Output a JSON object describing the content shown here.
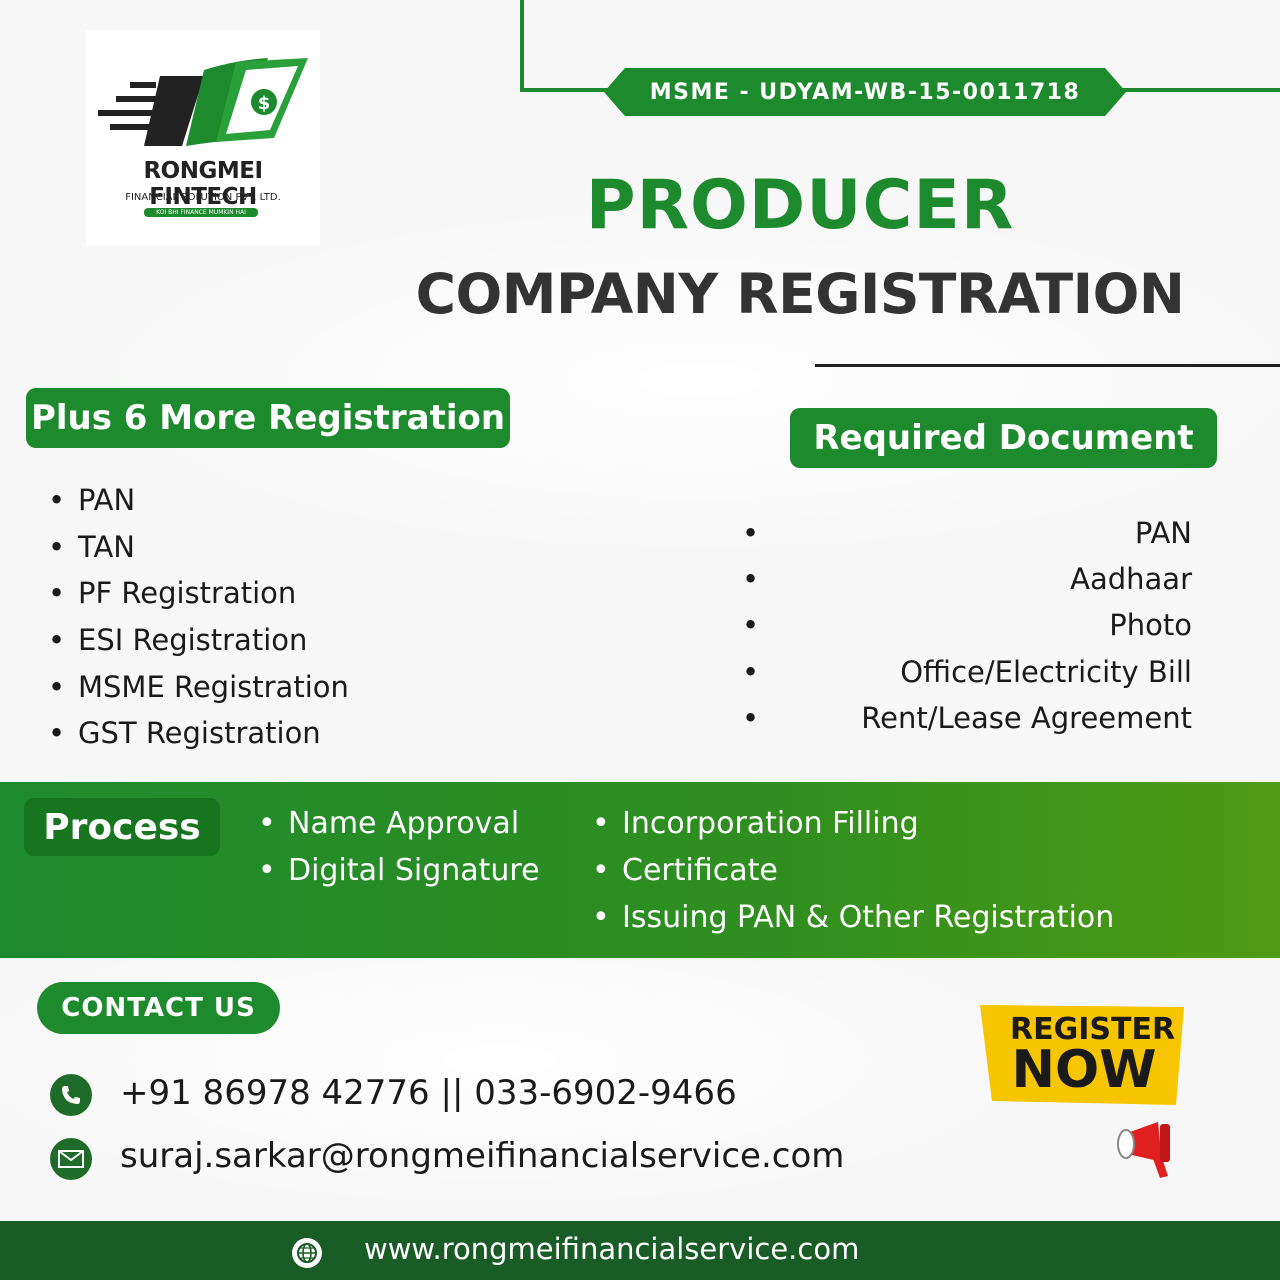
{
  "brand": {
    "name": "RONGMEI FINTECH",
    "subtitle": "FINANCIAL SOLUTION PVT. LTD.",
    "tagline": "KOI BHI FINANCE MUMKIN HAI"
  },
  "msme_badge": "MSME - UDYAM-WB-15-0011718",
  "title": {
    "line1": "PRODUCER",
    "line2": "COMPANY REGISTRATION"
  },
  "registrations": {
    "heading": "Plus 6 More Registration",
    "items": [
      "PAN",
      "TAN",
      "PF Registration",
      "ESI Registration",
      "MSME Registration",
      "GST Registration"
    ]
  },
  "documents": {
    "heading": "Required Document",
    "items": [
      "PAN",
      "Aadhaar",
      "Photo",
      "Office/Electricity Bill",
      "Rent/Lease Agreement"
    ]
  },
  "process": {
    "heading": "Process",
    "col1": [
      "Name Approval",
      "Digital Signature"
    ],
    "col2": [
      "Incorporation Filling",
      "Certificate",
      "Issuing PAN & Other Registration"
    ]
  },
  "contact": {
    "heading": "CONTACT US",
    "phone": "+91 86978 42776 || 033-6902-9466",
    "email": "suraj.sarkar@rongmeifinancialservice.com"
  },
  "cta": {
    "line1": "REGISTER",
    "line2": "NOW"
  },
  "website": "www.rongmeifinancialservice.com",
  "colors": {
    "brand_green": "#1e8a2e",
    "footer_green": "#1a5c26",
    "cta_yellow": "#f7c600"
  },
  "icons": [
    "phone-icon",
    "mail-icon",
    "globe-icon",
    "megaphone-icon",
    "logo-icon"
  ]
}
